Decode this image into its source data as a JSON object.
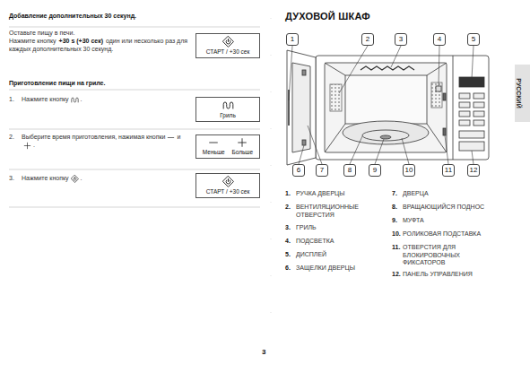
{
  "diagram": {
    "title": "ДУХОВОЙ ШКАФ",
    "nodes": [
      {
        "text": [
          "СТАРТ / +30 сек"
        ]
      },
      {
        "text": [
          "Гриль"
        ]
      },
      {
        "text": [
          "Меньше",
          "Больше"
        ]
      },
      {
        "text": [
          "СТАРТ / +30 сек"
        ]
      },
      {
        "text": [
          "1"
        ]
      },
      {
        "text": [
          "2"
        ]
      },
      {
        "text": [
          "3"
        ]
      },
      {
        "text": [
          "4"
        ]
      },
      {
        "text": [
          "5"
        ]
      },
      {
        "text": [
          "6"
        ]
      },
      {
        "text": [
          "7"
        ]
      },
      {
        "text": [
          "8"
        ]
      },
      {
        "text": [
          "9"
        ]
      },
      {
        "text": [
          "10"
        ]
      },
      {
        "text": [
          "11"
        ]
      },
      {
        "text": [
          "12"
        ]
      }
    ],
    "labels": [
      "Добавление дополнительных 30 секунд.",
      "Оставьте пищу в печи.",
      "Нажмите кнопку",
      "+30 s (+30 сек)",
      "один или несколько раз для каждых дополнительных 30 секунд.",
      "Приготовление пищи на гриле.",
      "1.",
      "Нажмите кнопку",
      ".",
      "2.",
      "Выберите время приготовления, нажимая кнопки",
      "и",
      ".",
      "3.",
      "Нажмите кнопку",
      ".",
      "1.",
      "РУЧКА ДВЕРЦЫ",
      "2.",
      "ВЕНТИЛЯЦИОННЫЕ ОТВЕРСТИЯ",
      "3.",
      "ГРИЛЬ",
      "4.",
      "ПОДСВЕТКА",
      "5.",
      "ДИСПЛЕЙ",
      "6.",
      "ЗАЩЕЛКИ ДВЕРЦЫ",
      "7.",
      "ДВЕРЦА",
      "8.",
      "ВРАЩАЮЩИЙСЯ ПОДНОС",
      "9.",
      "МУФТА",
      "10.",
      "РОЛИКОВАЯ ПОДСТАВКА",
      "11.",
      "ОТВЕРСТИЯ ДЛЯ БЛОКИРОВОЧНЫХ ФИКСАТОРОВ",
      "12.",
      "ПАНЕЛЬ УПРАВЛЕНИЯ",
      "РУССКИЙ",
      "3"
    ]
  }
}
